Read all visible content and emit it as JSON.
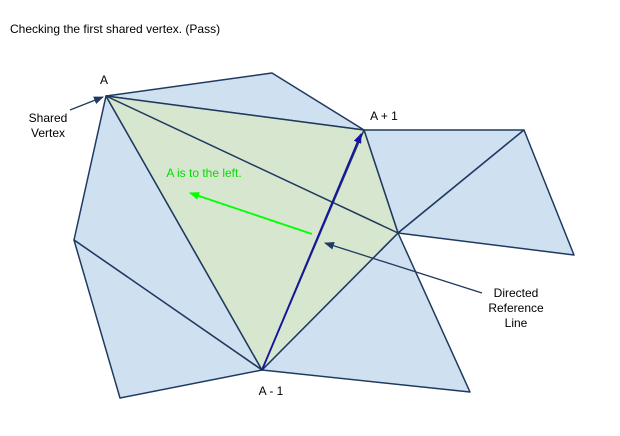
{
  "title": "Checking the first shared vertex. (Pass)",
  "labels": {
    "vertex_a": "A",
    "vertex_a_plus_1": "A + 1",
    "vertex_a_minus_1": "A - 1",
    "shared_vertex_line1": "Shared",
    "shared_vertex_line2": "Vertex",
    "left_note": "A is to the left.",
    "directed_line1": "Directed",
    "directed_line2": "Reference",
    "directed_line3": "Line"
  },
  "colors": {
    "triangle_fill": "#cfe0f1",
    "triangle_stroke": "#1f3a5f",
    "highlight_fill": "#d6e6cf",
    "reference_line": "#1414a0",
    "left_arrow": "#00ff00",
    "note_text": "#00e000"
  }
}
